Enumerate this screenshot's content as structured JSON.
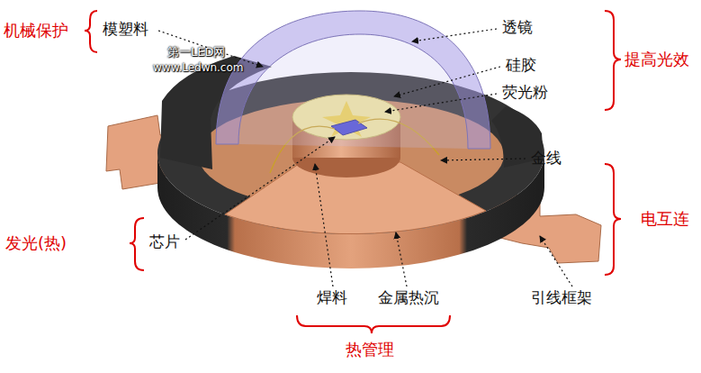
{
  "diagram": {
    "labels": [
      "机械保护",
      "模塑料",
      "第一LED网",
      "www.Ledwn.com",
      "透镜",
      "硅胶",
      "提高光效",
      "荧光粉",
      "金线",
      "电互连",
      "发光(热)",
      "芯片",
      "焊料",
      "金属热沉",
      "引线框架",
      "热管理"
    ]
  }
}
